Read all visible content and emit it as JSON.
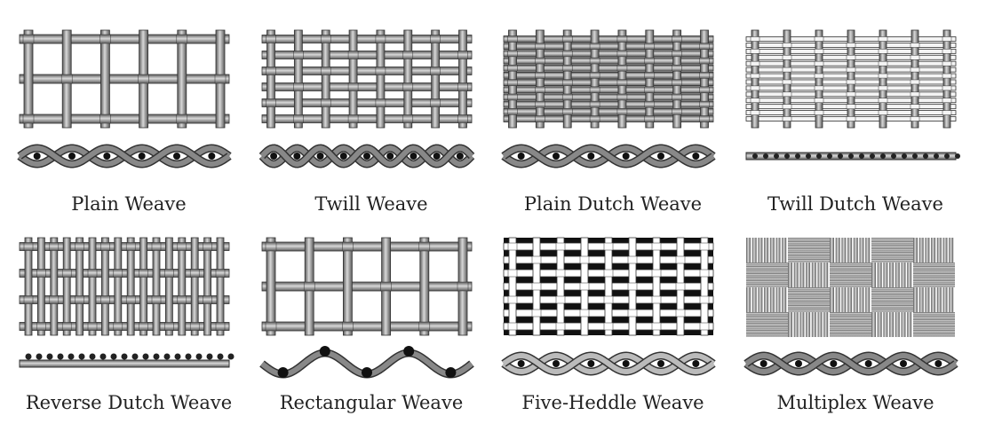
{
  "title": "Wire mesh weave types",
  "weaves": [
    {
      "label": "Plain Weave"
    },
    {
      "label": "Twill Weave"
    },
    {
      "label": "Plain Dutch Weave"
    },
    {
      "label": "Twill Dutch Weave"
    },
    {
      "label": "Reverse Dutch Weave"
    },
    {
      "label": "Rectangular Weave"
    },
    {
      "label": "Five-Heddle Weave"
    },
    {
      "label": "Multiplex Weave"
    }
  ],
  "colors": {
    "wire_light": "#d8d8d8",
    "wire_dark": "#5a5a5a",
    "text": "#222222"
  }
}
